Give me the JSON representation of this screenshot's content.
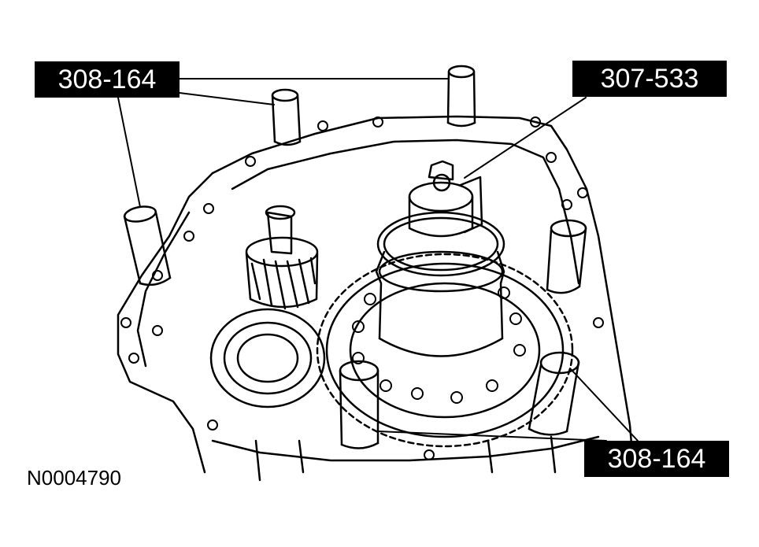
{
  "callouts": {
    "tool_upper_left": "308-164",
    "tool_upper_right": "307-533",
    "tool_lower_right": "308-164"
  },
  "figure_id": "N0004790",
  "colors": {
    "ink": "#000000",
    "paper": "#ffffff"
  }
}
